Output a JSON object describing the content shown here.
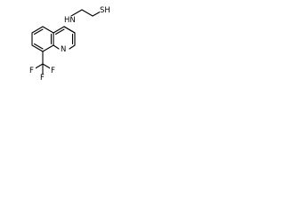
{
  "structure": {
    "atoms": {
      "amine_nh": "HN",
      "thiol_sh": "SH",
      "ring_n": "N",
      "cf3_f_top": "F",
      "cf3_f_left": "F",
      "cf3_f_right": "F"
    }
  },
  "colors": {
    "bond": "#000000",
    "background": "#ffffff"
  }
}
